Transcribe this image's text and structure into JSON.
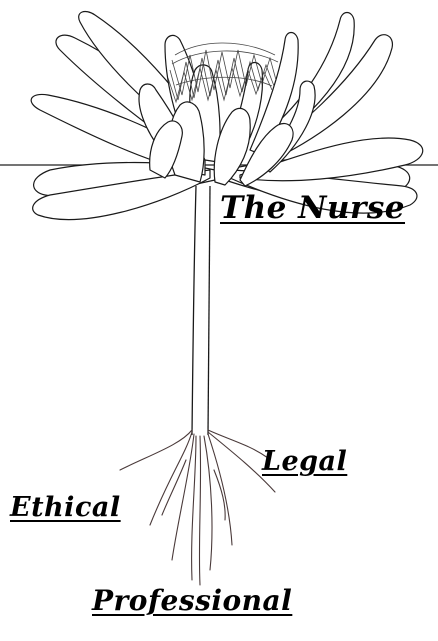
{
  "labels": {
    "nurse": "The Nurse",
    "legal": "Legal",
    "ethical": "Ethical",
    "professional": "Professional"
  },
  "colors": {
    "ink": "#1a1a1a",
    "root_ink": "#4a3a3a",
    "background": "#ffffff"
  }
}
